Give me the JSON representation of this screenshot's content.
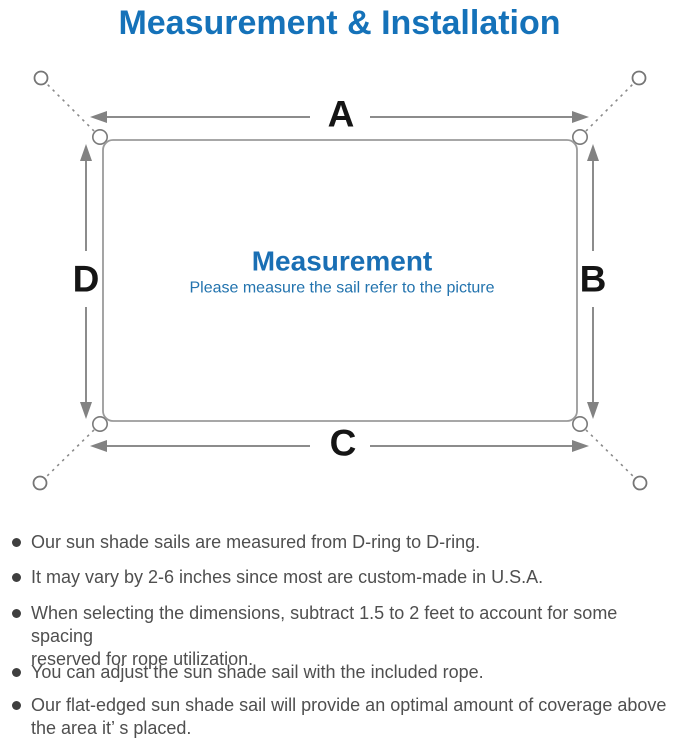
{
  "title": "Measurement & Installation",
  "diagram": {
    "labels": {
      "top": "A",
      "right": "B",
      "bottom": "C",
      "left": "D"
    },
    "center_title": "Measurement",
    "center_subtitle": "Please measure the sail refer to the picture",
    "colors": {
      "accent_blue": "#1572b9",
      "line_gray": "#8c8c8c",
      "label_black": "#151515"
    }
  },
  "bullets": [
    {
      "lines": [
        "Our sun shade sails are measured from D-ring to D-ring."
      ]
    },
    {
      "lines": [
        "It may vary by 2-6 inches since most are custom-made in U.S.A."
      ]
    },
    {
      "lines": [
        "When selecting the dimensions, subtract 1.5 to 2 feet to account for some spacing",
        "reserved for rope utilization."
      ]
    },
    {
      "lines": [
        "You can adjust the sun shade sail with the included rope."
      ]
    },
    {
      "lines": [
        "Our flat-edged sun shade sail will provide an optimal amount of coverage above",
        "the area it’ s placed."
      ]
    }
  ]
}
